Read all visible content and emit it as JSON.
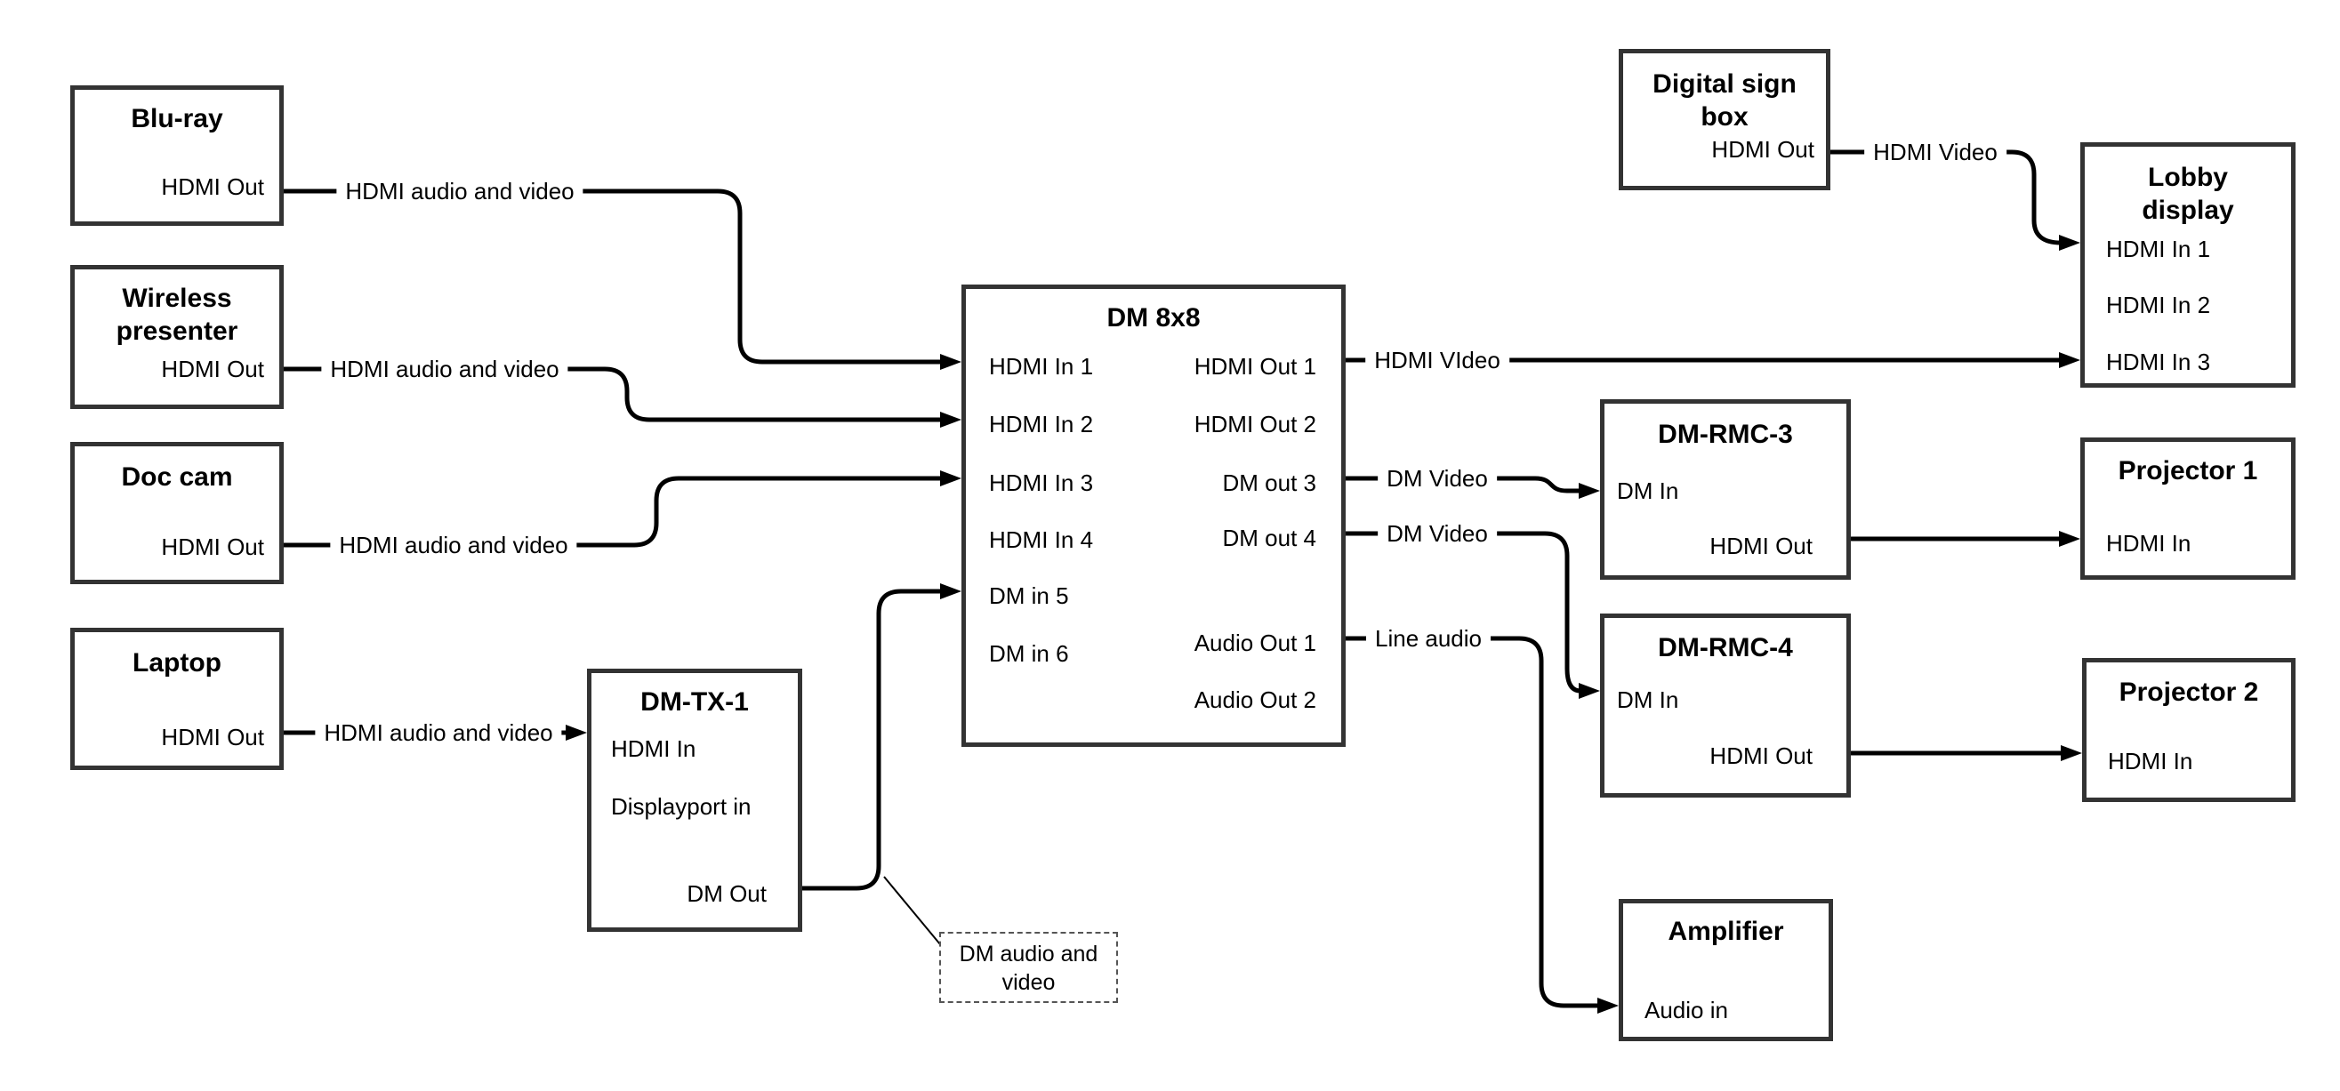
{
  "diagram": {
    "nodes": {
      "bluray": {
        "title": "Blu-ray",
        "port_hdmi_out": "HDMI Out"
      },
      "wireless": {
        "title_line1": "Wireless",
        "title_line2": "presenter",
        "port_hdmi_out": "HDMI Out"
      },
      "doccam": {
        "title": "Doc cam",
        "port_hdmi_out": "HDMI Out"
      },
      "laptop": {
        "title": "Laptop",
        "port_hdmi_out": "HDMI Out"
      },
      "dmtx1": {
        "title": "DM-TX-1",
        "port_hdmi_in": "HDMI In",
        "port_dp_in": "Displayport in",
        "port_dm_out": "DM Out"
      },
      "dm8x8": {
        "title": "DM 8x8",
        "in1": "HDMI In 1",
        "in2": "HDMI In 2",
        "in3": "HDMI In 3",
        "in4": "HDMI In 4",
        "in5": "DM in 5",
        "in6": "DM in 6",
        "out1": "HDMI Out 1",
        "out2": "HDMI Out 2",
        "out3": "DM out 3",
        "out4": "DM out 4",
        "aout1": "Audio Out 1",
        "aout2": "Audio Out 2"
      },
      "digitalsign": {
        "title_line1": "Digital sign",
        "title_line2": "box",
        "port_hdmi_out": "HDMI Out"
      },
      "lobby": {
        "title_line1": "Lobby",
        "title_line2": "display",
        "in1": "HDMI In 1",
        "in2": "HDMI In 2",
        "in3": "HDMI In 3"
      },
      "dmrmc3": {
        "title": "DM-RMC-3",
        "port_dm_in": "DM In",
        "port_hdmi_out": "HDMI Out"
      },
      "proj1": {
        "title": "Projector 1",
        "port_hdmi_in": "HDMI In"
      },
      "dmrmc4": {
        "title": "DM-RMC-4",
        "port_dm_in": "DM In",
        "port_hdmi_out": "HDMI Out"
      },
      "proj2": {
        "title": "Projector 2",
        "port_hdmi_in": "HDMI In"
      },
      "amplifier": {
        "title": "Amplifier",
        "port_audio_in": "Audio in"
      }
    },
    "edge_labels": {
      "bluray_hav": "HDMI audio and video",
      "wireless_hav": "HDMI audio and video",
      "doccam_hav": "HDMI audio and video",
      "laptop_hav": "HDMI audio and video",
      "out1_video": "HDMI VIdeo",
      "out3_video": "DM Video",
      "out4_video": "DM Video",
      "audio1_line": "Line audio",
      "digitalsign_video": "HDMI Video"
    },
    "note": {
      "line1": "DM audio and",
      "line2": "video"
    },
    "colors": {
      "line": "#000000",
      "box_border": "#333333",
      "background": "#ffffff"
    }
  }
}
